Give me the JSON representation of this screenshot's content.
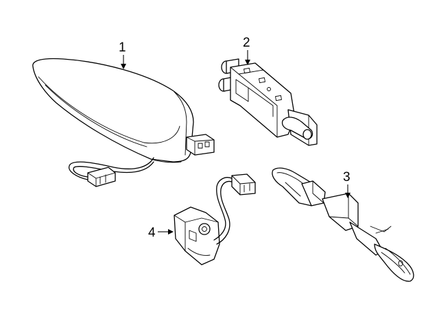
{
  "callouts": [
    {
      "number": "1",
      "part": "antenna"
    },
    {
      "number": "2",
      "part": "amplifier"
    },
    {
      "number": "3",
      "part": "antenna-cable"
    },
    {
      "number": "4",
      "part": "bracket-sensor"
    }
  ],
  "colors": {
    "line": "#000000",
    "background": "#ffffff"
  }
}
